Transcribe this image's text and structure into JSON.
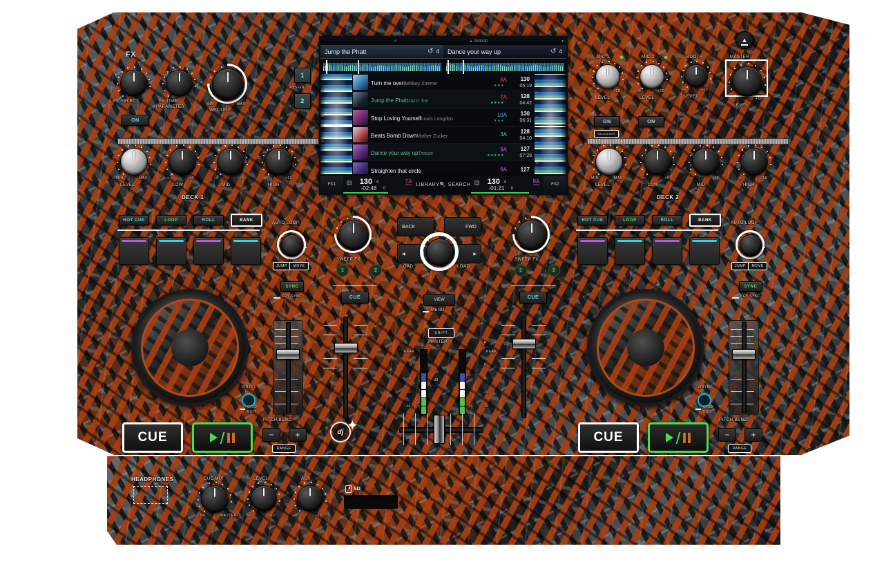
{
  "device": {
    "deck1_label": "DECK 1",
    "deck2_label": "DECK 2"
  },
  "fx_section": {
    "title": "FX",
    "fx_select_label": "FX SELECT",
    "fx_time_label": "FX TIME/",
    "fx_parameter_label": "PARAMETER",
    "wet_dry_label": "WET/DRY",
    "min_label": "MIN",
    "max_label": "MAX",
    "on_label": "ON",
    "assign_label": "ASSIGN",
    "assign_1": "1",
    "assign_2": "2"
  },
  "channel_strip": {
    "level_label": "LEVEL",
    "min_label": "MIN",
    "max_label": "MAX",
    "low_label": "LOW",
    "mid_label": "MID",
    "high_label": "HIGH",
    "neg_inf": "-∞",
    "plus6": "+6",
    "plus10": "+10"
  },
  "master_section": {
    "mic1_label": "MIC 1",
    "mic2_label": "MIC 2",
    "booth_label": "BOOTH",
    "master_label": "MASTER",
    "level_label": "LEVEL",
    "on_label": "ON",
    "talkover_label": "TALKOVER",
    "neg_inf": "-∞",
    "plus20": "+20",
    "plus10": "+10",
    "eject_icon": "eject-icon"
  },
  "pads": {
    "hot_cue": "HOT CUE",
    "loop": "LOOP",
    "roll": "ROLL",
    "bank": "BANK",
    "auto_loop": "AUTO LOOP",
    "jump": "JUMP",
    "move": "MOVE",
    "divider": "|",
    "sync": "SYNC",
    "key_sync": "KEY SYNC",
    "pad_colors": [
      "#b35fd8",
      "#39d3e0",
      "#b35fd8",
      "#39d3e0"
    ]
  },
  "transport": {
    "cue_label": "CUE",
    "play_icon": "play-pause-icon",
    "vinyl_label": "VINYL",
    "grid_label": "GRID",
    "edit_label": "EDIT",
    "pitch_bend_label": "PITCH BEND",
    "minus_label": "−",
    "plus_label": "+",
    "range_label": "RANGE"
  },
  "center": {
    "back_label": "BACK",
    "fwd_label": "FWD",
    "load_left_label": "LOAD",
    "load_right_label": "LOAD",
    "load_left_arrow": "◀",
    "load_right_arrow": "▶",
    "view_label": "VIEW",
    "menu_label": "MENU",
    "shift_label": "SHIFT",
    "master_label": "MASTER",
    "sweep_fx_label": "SWEEP FX",
    "sweep_1": "1",
    "sweep_2": "2",
    "cue_label": "CUE",
    "db_label": "dB",
    "vu_labels": [
      "PEAK",
      "0",
      "-6",
      "-10",
      "-20"
    ],
    "channel_l": "L",
    "channel_r": "R",
    "logo_text": "dj",
    "logo_sub": "star"
  },
  "front_panel": {
    "headphones_label": "HEADPHONES",
    "cue_mix_label": "CUE MIX",
    "cue_label": "CUE",
    "master_label": "MASTER",
    "level_label": "LEVEL",
    "aux_label": "AUX",
    "neg_inf": "-∞",
    "plus10": "+10",
    "sd_label": "SD"
  },
  "screen": {
    "status": {
      "clock": "10:00:00",
      "loop_icon": "loop-icon",
      "wifi_icon": "wifi-icon",
      "battery_icon": "clock-icon"
    },
    "deck_left": {
      "title": "Jump the Phatt",
      "loop_icon": "loop-icon",
      "loop_value": "4",
      "bpm": "130",
      "bpm_dec": "4",
      "time": "-02:48",
      "time_dec": "0",
      "key": "7A",
      "key_color": "#e0475a",
      "fx_label": "FX1",
      "progress_pct": 62
    },
    "deck_right": {
      "title": "Dance your way up",
      "loop_icon": "loop-icon",
      "loop_value": "4",
      "bpm": "130",
      "bpm_dec": "4",
      "time": "-01:21",
      "time_dec": "8",
      "key": "9A",
      "key_color": "#c75fc7",
      "fx_label": "FX2",
      "progress_pct": 80
    },
    "buttons": {
      "library": "LIBRARY",
      "search": "SEARCH",
      "search_icon": "search-icon"
    },
    "tracks": [
      {
        "title": "Turn me over",
        "artist": "BellBoy Xtreme",
        "key": "8A",
        "key_color": "#e0475a",
        "bpm": "130",
        "time": "05:19",
        "stars": 3,
        "loaded": false
      },
      {
        "title": "Jump the Phatt",
        "artist": "Jazzi Joe",
        "key": "7A",
        "key_color": "#e0475a",
        "bpm": "128",
        "time": "04:42",
        "stars": 4,
        "loaded": true
      },
      {
        "title": "Stop Loving Yourself",
        "artist": "Louis Longdon",
        "key": "10A",
        "key_color": "#4fa8e0",
        "bpm": "130",
        "time": "06:31",
        "stars": 3,
        "loaded": false
      },
      {
        "title": "Beats Bomb Down",
        "artist": "Mother Zucker",
        "key": "3A",
        "key_color": "#4fd07a",
        "bpm": "128",
        "time": "04:10",
        "stars": 0,
        "loaded": false
      },
      {
        "title": "Dance your way up",
        "artist": "Treeze",
        "key": "9A",
        "key_color": "#c75fc7",
        "bpm": "127",
        "time": "07:28",
        "stars": 5,
        "loaded": true
      },
      {
        "title": "Straighten that circle",
        "artist": "",
        "key": "9A",
        "key_color": "#c75fc7",
        "bpm": "127",
        "time": "",
        "stars": 0,
        "loaded": false
      }
    ]
  },
  "colors": {
    "accent_orange": "#a83e12",
    "green": "#57e05a",
    "cyan": "#5fd8e8",
    "purple": "#b35fd8"
  }
}
